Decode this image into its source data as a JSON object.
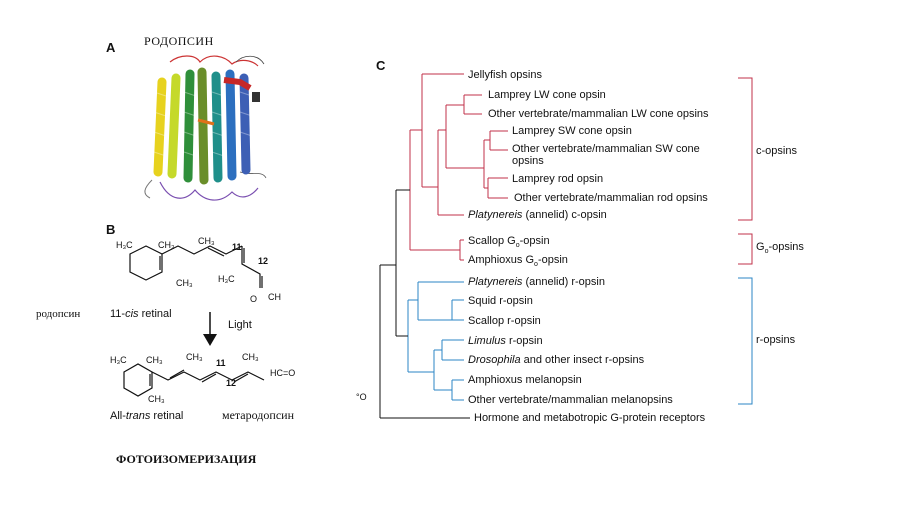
{
  "panel_a": {
    "letter": "A",
    "title": "РОДОПСИН"
  },
  "panel_b": {
    "letter": "B",
    "left_label": "родопсин",
    "cis_name_prefix": "11-",
    "cis_name_italic": "cis",
    "cis_name_suffix": " retinal",
    "light_label": "Light",
    "trans_name_prefix": "All-",
    "trans_name_italic": "trans",
    "trans_name_suffix": " retinal",
    "product_label": "метародопсин",
    "caption": "ФОТОИЗОМЕРИЗАЦИЯ",
    "cis_atoms": {
      "h3c_top": "H₃C",
      "ch3_top": "CH₃",
      "ch3_mid": "CH₃",
      "n11": "11",
      "n12": "12",
      "h3c_mid": "H₃C",
      "ch3_ring": "CH₃",
      "o": "O",
      "ch": "CH"
    },
    "trans_atoms": {
      "h3c": "H₃C",
      "ch3_a": "CH₃",
      "ch3_b": "CH₃",
      "n11": "11",
      "ch3_c": "CH₃",
      "n12": "12",
      "hco": "HC=O",
      "ch3_ring": "CH₃"
    }
  },
  "panel_c": {
    "letter": "C",
    "colors": {
      "c_opsin": "#c0304a",
      "go_opsin": "#c0304a",
      "r_opsin": "#2b86c5",
      "root": "#111111"
    },
    "leaves": [
      {
        "parts": [
          {
            "t": "Jellyfish opsins",
            "i": false
          }
        ]
      },
      {
        "parts": [
          {
            "t": "Lamprey LW cone opsin",
            "i": false
          }
        ]
      },
      {
        "parts": [
          {
            "t": "Other vertebrate/mammalian LW cone opsins",
            "i": false
          }
        ]
      },
      {
        "parts": [
          {
            "t": "Lamprey SW cone opsin",
            "i": false
          }
        ]
      },
      {
        "parts": [
          {
            "t": "Other vertebrate/mammalian SW cone",
            "i": false
          }
        ]
      },
      {
        "parts": [
          {
            "t": "opsins",
            "i": false
          }
        ]
      },
      {
        "parts": [
          {
            "t": "Lamprey rod opsin",
            "i": false
          }
        ]
      },
      {
        "parts": [
          {
            "t": "Other vertebrate/mammalian rod opsins",
            "i": false
          }
        ]
      },
      {
        "parts": [
          {
            "t": "Platynereis",
            "i": true
          },
          {
            "t": " (annelid) c-opsin",
            "i": false
          }
        ]
      },
      {
        "parts": [
          {
            "t": "Scallop G",
            "i": false
          },
          {
            "t": "o",
            "i": false,
            "sub": true
          },
          {
            "t": "-opsin",
            "i": false
          }
        ]
      },
      {
        "parts": [
          {
            "t": "Amphioxus G",
            "i": false
          },
          {
            "t": "o",
            "i": false,
            "sub": true
          },
          {
            "t": "-opsin",
            "i": false
          }
        ]
      },
      {
        "parts": [
          {
            "t": "Platynereis",
            "i": true
          },
          {
            "t": " (annelid) r-opsin",
            "i": false
          }
        ]
      },
      {
        "parts": [
          {
            "t": "Squid r-opsin",
            "i": false
          }
        ]
      },
      {
        "parts": [
          {
            "t": "Scallop r-opsin",
            "i": false
          }
        ]
      },
      {
        "parts": [
          {
            "t": "Limulus",
            "i": true
          },
          {
            "t": " r-opsin",
            "i": false
          }
        ]
      },
      {
        "parts": [
          {
            "t": "Drosophila",
            "i": true
          },
          {
            "t": " and other insect r-opsins",
            "i": false
          }
        ]
      },
      {
        "parts": [
          {
            "t": "Amphioxus melanopsin",
            "i": false
          }
        ]
      },
      {
        "parts": [
          {
            "t": "Other vertebrate/mammalian melanopsins",
            "i": false
          }
        ]
      },
      {
        "parts": [
          {
            "t": "Hormone and metabotropic G-protein receptors",
            "i": false
          }
        ]
      }
    ],
    "groups": {
      "c_opsins": "c-opsins",
      "go_opsins_main": "G",
      "go_opsins_sub": "o",
      "go_opsins_suffix": "-opsins",
      "r_opsins": "r-opsins"
    },
    "edge_mark": "°O"
  }
}
